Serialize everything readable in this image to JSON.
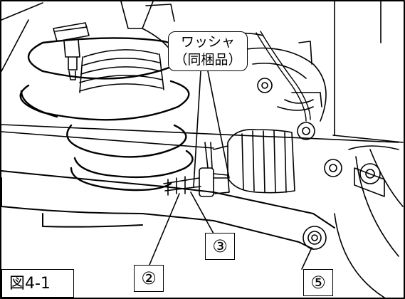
{
  "labels": {
    "washer_line1": "ワッシャ",
    "washer_line2": "（同梱品）",
    "num_3": "③",
    "num_2": "②",
    "num_5": "⑤",
    "figure": "図4-1"
  },
  "colors": {
    "line": "#000000",
    "background": "#ffffff"
  }
}
